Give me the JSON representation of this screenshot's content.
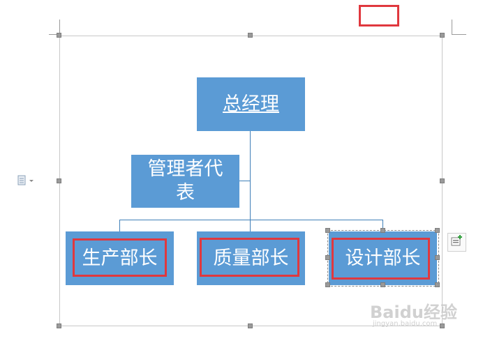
{
  "org_chart": {
    "top": {
      "label": "总经理"
    },
    "assistant": {
      "label": "管理者代\n表"
    },
    "children": [
      {
        "label": "生产部长"
      },
      {
        "label": "质量部长"
      },
      {
        "label": "设计部长"
      }
    ]
  },
  "icons": {
    "paste_options": "paste-options-icon",
    "layout_options": "layout-options-icon"
  },
  "colors": {
    "node_fill": "#5b9bd5",
    "connector": "#3f7fb8",
    "highlight": "#e0383e"
  },
  "watermark": {
    "brand": "Baidu经验",
    "url": "jingyan.baidu.com"
  }
}
